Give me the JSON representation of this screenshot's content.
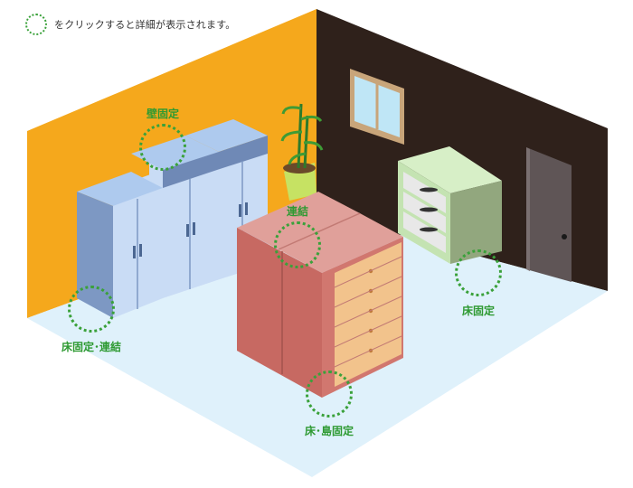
{
  "legend": {
    "text": "をクリックすると詳細が表示されます。"
  },
  "hotspots": [
    {
      "id": "wall-fix",
      "label": "壁固定"
    },
    {
      "id": "link",
      "label": "連結"
    },
    {
      "id": "floor-fix",
      "label": "床固定"
    },
    {
      "id": "floor-fix-link",
      "label": "床固定･連結"
    },
    {
      "id": "floor-island-fix",
      "label": "床･島固定"
    }
  ],
  "colors": {
    "accent": "#3aa13a",
    "left_wall": "#f5a81c",
    "right_wall": "#2f211b",
    "floor": "#dff1fb"
  },
  "icons": [
    "dotted-circle-icon",
    "window-icon",
    "plant-icon",
    "door-icon"
  ]
}
